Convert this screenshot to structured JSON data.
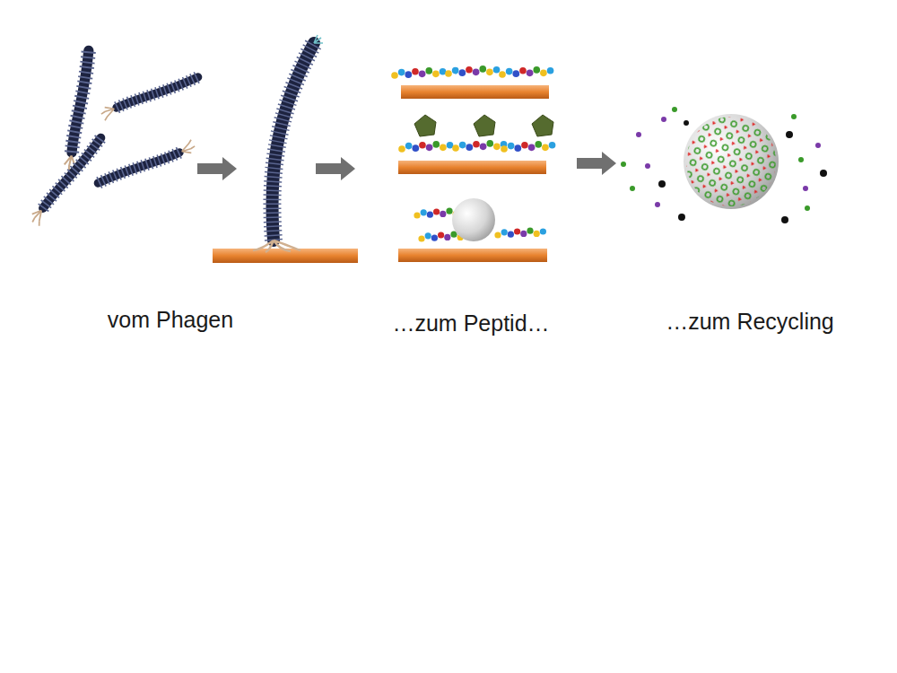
{
  "diagram": {
    "labels": [
      "vom Phagen",
      "…zum Peptid…",
      "…zum Recycling"
    ]
  }
}
